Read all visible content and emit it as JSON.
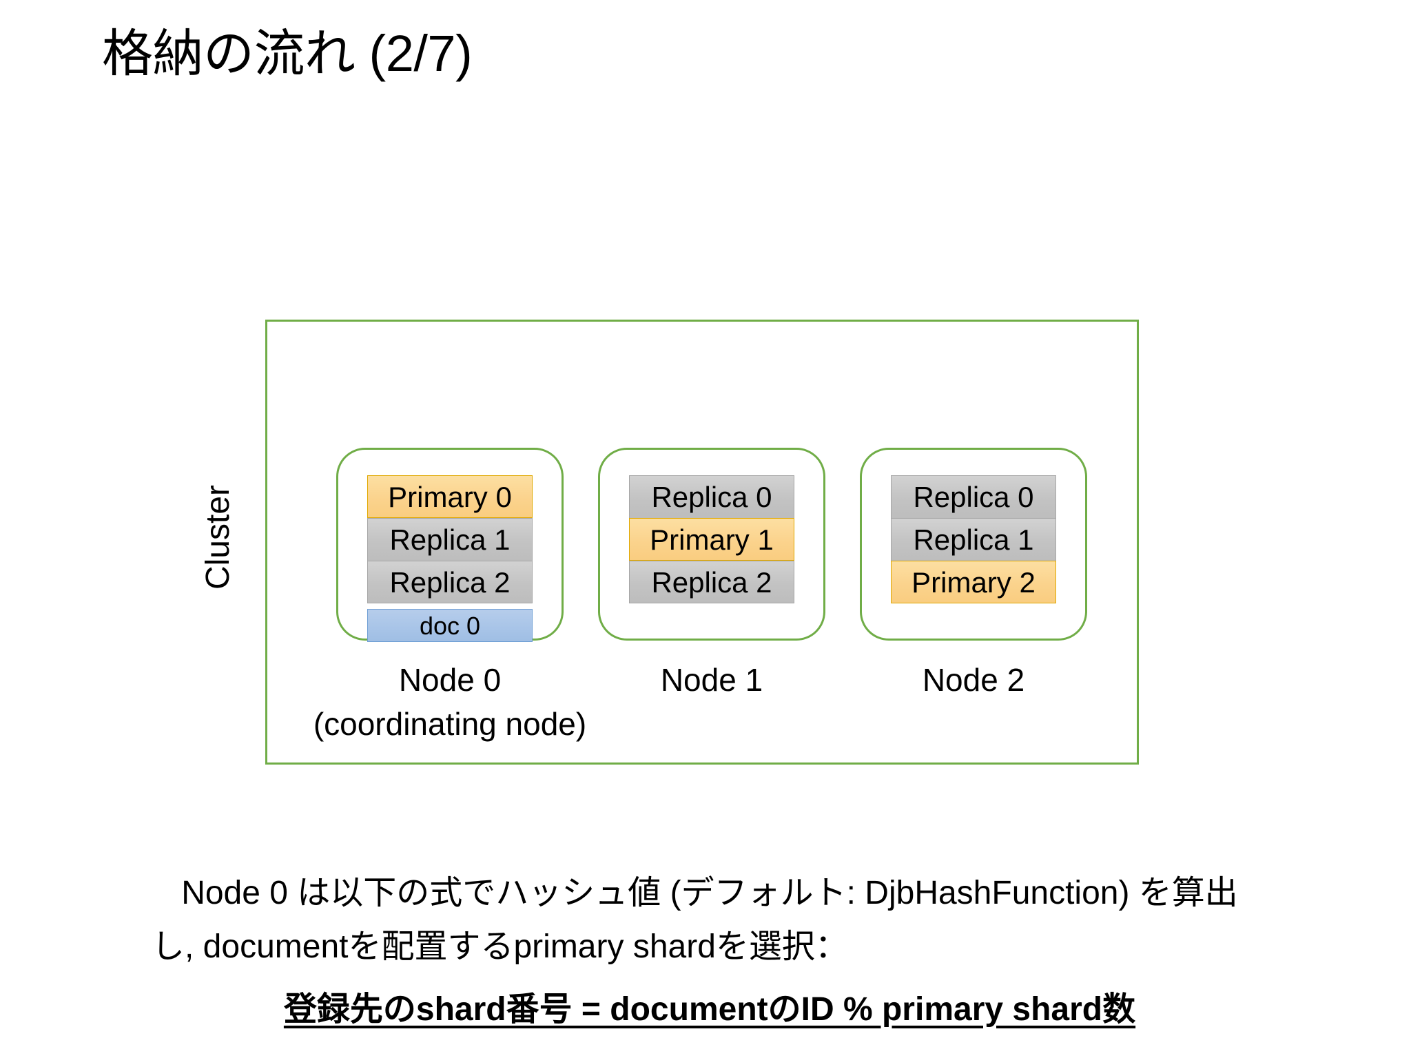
{
  "slide": {
    "title": "格納の流れ (2/7)"
  },
  "diagram": {
    "cluster_label": "Cluster",
    "accent_green": "#70AD47",
    "primary_color": "#FBD38D",
    "replica_color": "#C3C3C3",
    "doc_color": "#A9C5E8",
    "nodes": [
      {
        "caption": "Node 0",
        "caption_sub": "(coordinating node)",
        "shards": [
          {
            "label": "Primary 0",
            "kind": "primary"
          },
          {
            "label": "Replica 1",
            "kind": "replica"
          },
          {
            "label": "Replica 2",
            "kind": "replica"
          }
        ],
        "doc": "doc 0"
      },
      {
        "caption": "Node 1",
        "caption_sub": "",
        "shards": [
          {
            "label": "Replica 0",
            "kind": "replica"
          },
          {
            "label": "Primary 1",
            "kind": "primary"
          },
          {
            "label": "Replica 2",
            "kind": "replica"
          }
        ],
        "doc": ""
      },
      {
        "caption": "Node 2",
        "caption_sub": "",
        "shards": [
          {
            "label": "Replica 0",
            "kind": "replica"
          },
          {
            "label": "Replica 1",
            "kind": "replica"
          },
          {
            "label": "Primary 2",
            "kind": "primary"
          }
        ],
        "doc": ""
      }
    ]
  },
  "explanation": {
    "line1": "Node 0 は以下の式でハッシュ値 (デフォルト: DjbHashFunction) を算出",
    "line2": "し, documentを配置するprimary shardを選択：",
    "formula": "登録先のshard番号 = documentのID % primary shard数"
  }
}
